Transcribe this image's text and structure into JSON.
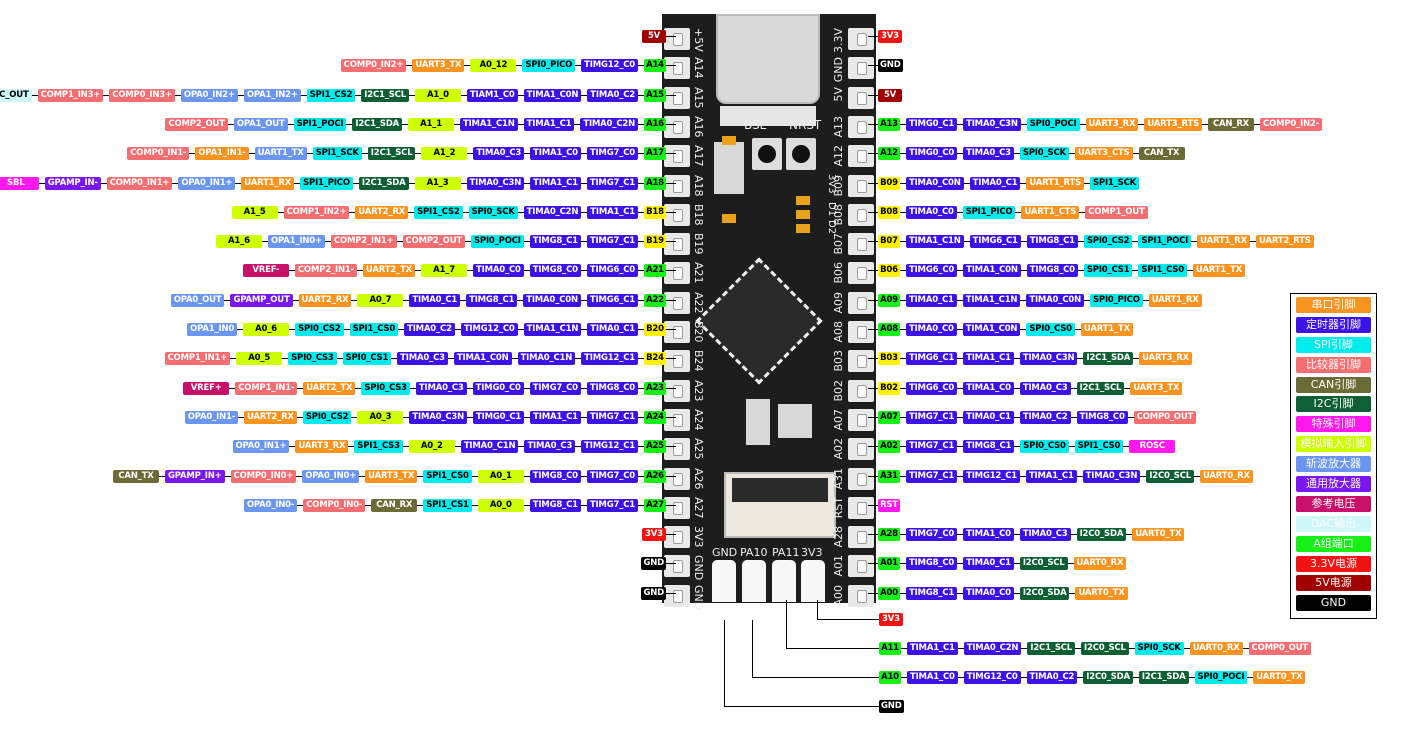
{
  "title": "MSPM0G3507 development board pinout",
  "colors": {
    "uart": "#f7931e",
    "timer": "#3c13e6",
    "spi": "#00ebeb",
    "comparator": "#f46d70",
    "can": "#6b6b35",
    "i2c": "#0f5f35",
    "special": "#ff19ee",
    "analog": "#cdff00",
    "opa": "#6a96f0",
    "gpamp": "#7a16ee",
    "vref": "#c8106b",
    "dac": "#cdf6f8",
    "port_a": "#16f016",
    "port_b": "#fff200",
    "power_3v3": "#f01414",
    "power_5v": "#a00000",
    "gnd": "#000000"
  },
  "board": {
    "buttons": [
      "BSL",
      "NRST"
    ],
    "led_labels": [
      "3V3",
      "D1",
      "D2"
    ],
    "left_silk": [
      "+5V",
      "A14",
      "A15",
      "A16",
      "A17",
      "A18",
      "B18",
      "B19",
      "A21",
      "A22",
      "B20",
      "B24",
      "A23",
      "A24",
      "A25",
      "A26",
      "A27",
      "3V3",
      "GND",
      "GND"
    ],
    "right_silk": [
      "3.3V",
      "GND",
      "5V",
      "A13",
      "A12",
      "B09",
      "B08",
      "B07",
      "B06",
      "A09",
      "A08",
      "B03",
      "B02",
      "A07",
      "A02",
      "A31",
      "RST",
      "A28",
      "A01",
      "A00"
    ],
    "bottom_silk": [
      "GND",
      "PA10",
      "PA11",
      "3V3"
    ]
  },
  "left_pins": [
    {
      "tags": [
        [
          "5V",
          "5v"
        ]
      ]
    },
    {
      "tags": [
        [
          "A14",
          "porta"
        ],
        [
          "TIMG12_C0",
          "tim"
        ],
        [
          "SPI0_PICO",
          "spi"
        ],
        [
          "A0_12",
          "analog"
        ],
        [
          "UART3_TX",
          "uart"
        ],
        [
          "COMP0_IN2+",
          "comp"
        ]
      ]
    },
    {
      "tags": [
        [
          "A15",
          "porta"
        ],
        [
          "TIMA0_C2",
          "tim"
        ],
        [
          "TIMA1_C0N",
          "tim"
        ],
        [
          "TIAM1_C0",
          "tim"
        ],
        [
          "A1_0",
          "analog"
        ],
        [
          "I2C1_SCL",
          "i2c"
        ],
        [
          "SPI1_CS2",
          "spi"
        ],
        [
          "OPA1_IN2+",
          "opa"
        ],
        [
          "OPA0_IN2+",
          "opa"
        ],
        [
          "COMP0_IN3+",
          "comp"
        ],
        [
          "COMP1_IN3+",
          "comp"
        ],
        [
          "DAC_OUT",
          "dac"
        ]
      ]
    },
    {
      "tags": [
        [
          "A16",
          "porta"
        ],
        [
          "TIMA0_C2N",
          "tim"
        ],
        [
          "TIMA1_C1",
          "tim"
        ],
        [
          "TIMA1_C1N",
          "tim"
        ],
        [
          "A1_1",
          "analog"
        ],
        [
          "I2C1_SDA",
          "i2c"
        ],
        [
          "SPI1_POCI",
          "spi"
        ],
        [
          "OPA1_OUT",
          "opa"
        ],
        [
          "COMP2_OUT",
          "comp"
        ]
      ]
    },
    {
      "tags": [
        [
          "A17",
          "porta"
        ],
        [
          "TIMG7_C0",
          "tim"
        ],
        [
          "TIMA1_C0",
          "tim"
        ],
        [
          "TIMA0_C3",
          "tim"
        ],
        [
          "A1_2",
          "analog"
        ],
        [
          "I2C1_SCL",
          "i2c"
        ],
        [
          "SPI1_SCK",
          "spi"
        ],
        [
          "UART1_TX",
          "opa"
        ],
        [
          "OPA1_IN1-",
          "uart"
        ],
        [
          "COMP0_IN1-",
          "comp"
        ]
      ]
    },
    {
      "tags": [
        [
          "A18",
          "porta"
        ],
        [
          "TIMG7_C1",
          "tim"
        ],
        [
          "TIMA1_C1",
          "tim"
        ],
        [
          "TIMA0_C3N",
          "tim"
        ],
        [
          "A1_3",
          "analog"
        ],
        [
          "I2C1_SDA",
          "i2c"
        ],
        [
          "SPI1_PICO",
          "spi"
        ],
        [
          "UART1_RX",
          "uart"
        ],
        [
          "OPA0_IN1+",
          "opa"
        ],
        [
          "COMP0_IN1+",
          "comp"
        ],
        [
          "GPAMP_IN-",
          "gpamp"
        ],
        [
          "SBL",
          "special"
        ]
      ]
    },
    {
      "tags": [
        [
          "B18",
          "portb"
        ],
        [
          "TIMA1_C1",
          "tim"
        ],
        [
          "TIMA0_C2N",
          "tim"
        ],
        [
          "SPI0_SCK",
          "spi"
        ],
        [
          "SPI1_CS2",
          "spi"
        ],
        [
          "UART2_RX",
          "uart"
        ],
        [
          "COMP1_IN2+",
          "comp"
        ],
        [
          "A1_5",
          "analog"
        ]
      ]
    },
    {
      "tags": [
        [
          "B19",
          "portb"
        ],
        [
          "TIMG7_C1",
          "tim"
        ],
        [
          "TIMG8_C1",
          "tim"
        ],
        [
          "SPI0_POCI",
          "spi"
        ],
        [
          "COMP2_OUT",
          "comp"
        ],
        [
          "COMP2_IN1+",
          "comp"
        ],
        [
          "OPA1_IN0+",
          "opa"
        ],
        [
          "A1_6",
          "analog"
        ]
      ]
    },
    {
      "tags": [
        [
          "A21",
          "porta"
        ],
        [
          "TIMG6_C0",
          "tim"
        ],
        [
          "TIMG8_C0",
          "tim"
        ],
        [
          "TIMA0_C0",
          "tim"
        ],
        [
          "A1_7",
          "analog"
        ],
        [
          "UART2_TX",
          "uart"
        ],
        [
          "COMP2_IN1-",
          "comp"
        ],
        [
          "VREF-",
          "vref"
        ]
      ]
    },
    {
      "tags": [
        [
          "A22",
          "porta"
        ],
        [
          "TIMG6_C1",
          "tim"
        ],
        [
          "TIMA0_C0N",
          "tim"
        ],
        [
          "TIMG8_C1",
          "tim"
        ],
        [
          "TIMA0_C1",
          "tim"
        ],
        [
          "A0_7",
          "analog"
        ],
        [
          "UART2_RX",
          "uart"
        ],
        [
          "GPAMP_OUT",
          "gpamp"
        ],
        [
          "OPA0_OUT",
          "opa"
        ]
      ]
    },
    {
      "tags": [
        [
          "B20",
          "portb"
        ],
        [
          "TIMA0_C1",
          "tim"
        ],
        [
          "TIMA1_C1N",
          "tim"
        ],
        [
          "TIMG12_C0",
          "tim"
        ],
        [
          "TIMA0_C2",
          "tim"
        ],
        [
          "SPI1_CS0",
          "spi"
        ],
        [
          "SPI0_CS2",
          "spi"
        ],
        [
          "A0_6",
          "analog"
        ],
        [
          "OPA1_IN0",
          "opa"
        ]
      ]
    },
    {
      "tags": [
        [
          "B24",
          "portb"
        ],
        [
          "TIMG12_C1",
          "tim"
        ],
        [
          "TIMA0_C1N",
          "tim"
        ],
        [
          "TIMA1_C0N",
          "tim"
        ],
        [
          "TIMA0_C3",
          "tim"
        ],
        [
          "SPI0_CS1",
          "spi"
        ],
        [
          "SPI0_CS3",
          "spi"
        ],
        [
          "A0_5",
          "analog"
        ],
        [
          "COMP1_IN1+",
          "comp"
        ]
      ]
    },
    {
      "tags": [
        [
          "A23",
          "porta"
        ],
        [
          "TIMG8_C0",
          "tim"
        ],
        [
          "TIMG7_C0",
          "tim"
        ],
        [
          "TIMG0_C0",
          "tim"
        ],
        [
          "TIMA0_C3",
          "tim"
        ],
        [
          "SPI0_CS3",
          "spi"
        ],
        [
          "UART2_TX",
          "uart"
        ],
        [
          "COMP1_IN1-",
          "comp"
        ],
        [
          "VREF+",
          "vref"
        ]
      ]
    },
    {
      "tags": [
        [
          "A24",
          "porta"
        ],
        [
          "TIMG7_C1",
          "tim"
        ],
        [
          "TIMA1_C1",
          "tim"
        ],
        [
          "TIMG0_C1",
          "tim"
        ],
        [
          "TIMA0_C3N",
          "tim"
        ],
        [
          "A0_3",
          "analog"
        ],
        [
          "SPI0_CS2",
          "spi"
        ],
        [
          "UART2_RX",
          "uart"
        ],
        [
          "OPA0_IN1-",
          "opa"
        ]
      ]
    },
    {
      "tags": [
        [
          "A25",
          "porta"
        ],
        [
          "TIMG12_C1",
          "tim"
        ],
        [
          "TIMA0_C3",
          "tim"
        ],
        [
          "TIMA0_C1N",
          "tim"
        ],
        [
          "A0_2",
          "analog"
        ],
        [
          "SPI1_CS3",
          "spi"
        ],
        [
          "UART3_RX",
          "uart"
        ],
        [
          "OPA0_IN1+",
          "opa"
        ]
      ]
    },
    {
      "tags": [
        [
          "A26",
          "porta"
        ],
        [
          "TIMG7_C0",
          "tim"
        ],
        [
          "TIMG8_C0",
          "tim"
        ],
        [
          "A0_1",
          "analog"
        ],
        [
          "SPI1_CS0",
          "spi"
        ],
        [
          "UART3_TX",
          "uart"
        ],
        [
          "OPA0_IN0+",
          "opa"
        ],
        [
          "COMP0_IN0+",
          "comp"
        ],
        [
          "GPAMP_IN+",
          "gpamp"
        ],
        [
          "CAN_TX",
          "can"
        ]
      ]
    },
    {
      "tags": [
        [
          "A27",
          "porta"
        ],
        [
          "TIMG7_C1",
          "tim"
        ],
        [
          "TIMG8_C1",
          "tim"
        ],
        [
          "A0_0",
          "analog"
        ],
        [
          "SPI1_CS1",
          "spi"
        ],
        [
          "CAN_RX",
          "can"
        ],
        [
          "COMP0_IN0-",
          "comp"
        ],
        [
          "OPA0_IN0-",
          "opa"
        ]
      ]
    },
    {
      "tags": [
        [
          "3V3",
          "3v3"
        ]
      ]
    },
    {
      "tags": [
        [
          "GND",
          "gnd"
        ]
      ]
    },
    {
      "tags": [
        [
          "GND",
          "gnd"
        ]
      ]
    }
  ],
  "right_pins": [
    {
      "tags": [
        [
          "3V3",
          "3v3"
        ]
      ]
    },
    {
      "tags": [
        [
          "GND",
          "gnd"
        ]
      ]
    },
    {
      "tags": [
        [
          "5V",
          "5v"
        ]
      ]
    },
    {
      "tags": [
        [
          "A13",
          "porta"
        ],
        [
          "TIMG0_C1",
          "tim"
        ],
        [
          "TIMA0_C3N",
          "tim"
        ],
        [
          "SPI0_POCI",
          "spi"
        ],
        [
          "UART3_RX",
          "uart"
        ],
        [
          "UART3_RTS",
          "uart"
        ],
        [
          "CAN_RX",
          "can"
        ],
        [
          "COMP0_IN2-",
          "comp"
        ]
      ]
    },
    {
      "tags": [
        [
          "A12",
          "porta"
        ],
        [
          "TIMG0_C0",
          "tim"
        ],
        [
          "TIMA0_C3",
          "tim"
        ],
        [
          "SPI0_SCK",
          "spi"
        ],
        [
          "UART3_CTS",
          "uart"
        ],
        [
          "CAN_TX",
          "can"
        ]
      ]
    },
    {
      "tags": [
        [
          "B09",
          "portb"
        ],
        [
          "TIMA0_C0N",
          "tim"
        ],
        [
          "TIMA0_C1",
          "tim"
        ],
        [
          "UART1_RTS",
          "uart"
        ],
        [
          "SPI1_SCK",
          "spi"
        ]
      ]
    },
    {
      "tags": [
        [
          "B08",
          "portb"
        ],
        [
          "TIMA0_C0",
          "tim"
        ],
        [
          "SPI1_PICO",
          "spi"
        ],
        [
          "UART1_CTS",
          "uart"
        ],
        [
          "COMP1_OUT",
          "comp"
        ]
      ]
    },
    {
      "tags": [
        [
          "B07",
          "portb"
        ],
        [
          "TIMA1_C1N",
          "tim"
        ],
        [
          "TIMG6_C1",
          "tim"
        ],
        [
          "TIMG8_C1",
          "tim"
        ],
        [
          "SPI0_CS2",
          "spi"
        ],
        [
          "SPI1_POCI",
          "spi"
        ],
        [
          "UART1_RX",
          "uart"
        ],
        [
          "UART2_RTS",
          "uart"
        ]
      ]
    },
    {
      "tags": [
        [
          "B06",
          "portb"
        ],
        [
          "TIMG6_C0",
          "tim"
        ],
        [
          "TIMA1_C0N",
          "tim"
        ],
        [
          "TIMG8_C0",
          "tim"
        ],
        [
          "SPI0_CS1",
          "spi"
        ],
        [
          "SPI1_CS0",
          "spi"
        ],
        [
          "UART1_TX",
          "uart"
        ]
      ]
    },
    {
      "tags": [
        [
          "A09",
          "porta"
        ],
        [
          "TIMA0_C1",
          "tim"
        ],
        [
          "TIMA1_C1N",
          "tim"
        ],
        [
          "TIMA0_C0N",
          "tim"
        ],
        [
          "SPI0_PICO",
          "spi"
        ],
        [
          "UART1_RX",
          "uart"
        ]
      ]
    },
    {
      "tags": [
        [
          "A08",
          "porta"
        ],
        [
          "TIMA0_C0",
          "tim"
        ],
        [
          "TIMA1_C0N",
          "tim"
        ],
        [
          "SPI0_CS0",
          "spi"
        ],
        [
          "UART1_TX",
          "uart"
        ]
      ]
    },
    {
      "tags": [
        [
          "B03",
          "portb"
        ],
        [
          "TIMG6_C1",
          "tim"
        ],
        [
          "TIMA1_C1",
          "tim"
        ],
        [
          "TIMA0_C3N",
          "tim"
        ],
        [
          "I2C1_SDA",
          "i2c"
        ],
        [
          "UART3_RX",
          "uart"
        ]
      ]
    },
    {
      "tags": [
        [
          "B02",
          "portb"
        ],
        [
          "TIMG6_C0",
          "tim"
        ],
        [
          "TIMA1_C0",
          "tim"
        ],
        [
          "TIMA0_C3",
          "tim"
        ],
        [
          "I2C1_SCL",
          "i2c"
        ],
        [
          "UART3_TX",
          "uart"
        ]
      ]
    },
    {
      "tags": [
        [
          "A07",
          "porta"
        ],
        [
          "TIMG7_C1",
          "tim"
        ],
        [
          "TIMA0_C1",
          "tim"
        ],
        [
          "TIMA0_C2",
          "tim"
        ],
        [
          "TIMG8_C0",
          "tim"
        ],
        [
          "COMP0_OUT",
          "comp"
        ]
      ]
    },
    {
      "tags": [
        [
          "A02",
          "porta"
        ],
        [
          "TIMG7_C1",
          "tim"
        ],
        [
          "TIMG8_C1",
          "tim"
        ],
        [
          "SPI0_CS0",
          "spi"
        ],
        [
          "SPI1_CS0",
          "spi"
        ],
        [
          "ROSC",
          "special"
        ]
      ]
    },
    {
      "tags": [
        [
          "A31",
          "porta"
        ],
        [
          "TIMG7_C1",
          "tim"
        ],
        [
          "TIMG12_C1",
          "tim"
        ],
        [
          "TIMA1_C1",
          "tim"
        ],
        [
          "TIMA0_C3N",
          "tim"
        ],
        [
          "I2C0_SCL",
          "i2c"
        ],
        [
          "UART0_RX",
          "uart"
        ]
      ]
    },
    {
      "tags": [
        [
          "RST",
          "special"
        ]
      ]
    },
    {
      "tags": [
        [
          "A28",
          "porta"
        ],
        [
          "TIMG7_C0",
          "tim"
        ],
        [
          "TIMA1_C0",
          "tim"
        ],
        [
          "TIMA0_C3",
          "tim"
        ],
        [
          "I2C0_SDA",
          "i2c"
        ],
        [
          "UART0_TX",
          "uart"
        ]
      ]
    },
    {
      "tags": [
        [
          "A01",
          "porta"
        ],
        [
          "TIMG8_C0",
          "tim"
        ],
        [
          "TIMA0_C1",
          "tim"
        ],
        [
          "I2C0_SCL",
          "i2c"
        ],
        [
          "UART0_RX",
          "uart"
        ]
      ]
    },
    {
      "tags": [
        [
          "A00",
          "porta"
        ],
        [
          "TIMG8_C1",
          "tim"
        ],
        [
          "TIMA0_C0",
          "tim"
        ],
        [
          "I2C0_SDA",
          "i2c"
        ],
        [
          "UART0_TX",
          "uart"
        ]
      ]
    }
  ],
  "bottom_pins": [
    {
      "tags": [
        [
          "3V3",
          "3v3"
        ]
      ]
    },
    {
      "tags": [
        [
          "A11",
          "porta"
        ],
        [
          "TIMA1_C1",
          "tim"
        ],
        [
          "TIMA0_C2N",
          "tim"
        ],
        [
          "I2C1_SCL",
          "i2c"
        ],
        [
          "I2C0_SCL",
          "i2c"
        ],
        [
          "SPI0_SCK",
          "spi"
        ],
        [
          "UART0_RX",
          "uart"
        ],
        [
          "COMP0_OUT",
          "comp"
        ]
      ]
    },
    {
      "tags": [
        [
          "A10",
          "porta"
        ],
        [
          "TIMA1_C0",
          "tim"
        ],
        [
          "TIMG12_C0",
          "tim"
        ],
        [
          "TIMA0_C2",
          "tim"
        ],
        [
          "I2C0_SDA",
          "i2c"
        ],
        [
          "I2C1_SDA",
          "i2c"
        ],
        [
          "SPI0_POCI",
          "spi"
        ],
        [
          "UART0_TX",
          "uart"
        ]
      ]
    },
    {
      "tags": [
        [
          "GND",
          "gnd"
        ]
      ]
    }
  ],
  "legend": [
    {
      "label": "串口引脚",
      "cls": "uart"
    },
    {
      "label": "定时器引脚",
      "cls": "tim"
    },
    {
      "label": "SPI引脚",
      "cls": "spi"
    },
    {
      "label": "比较器引脚",
      "cls": "comp"
    },
    {
      "label": "CAN引脚",
      "cls": "can"
    },
    {
      "label": "I2C引脚",
      "cls": "i2c"
    },
    {
      "label": "特殊引脚",
      "cls": "special"
    },
    {
      "label": "模拟输入引脚",
      "cls": "analog"
    },
    {
      "label": "斩波放大器",
      "cls": "opa"
    },
    {
      "label": "通用放大器",
      "cls": "gpamp"
    },
    {
      "label": "参考电压",
      "cls": "vref"
    },
    {
      "label": "DAC输出",
      "cls": "dac"
    },
    {
      "label": "A组端口",
      "cls": "porta"
    },
    {
      "label": "3.3V电源",
      "cls": "3v3"
    },
    {
      "label": "5V电源",
      "cls": "5v"
    },
    {
      "label": "GND",
      "cls": "gnd"
    }
  ]
}
